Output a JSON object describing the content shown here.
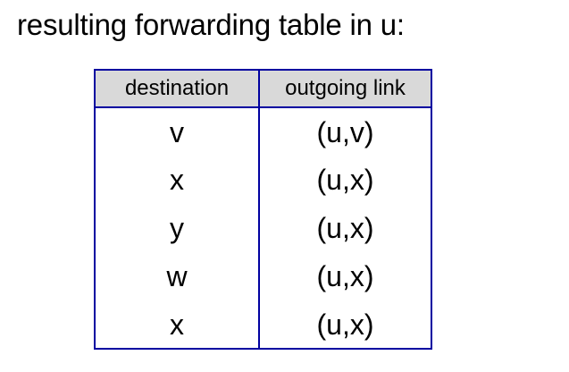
{
  "slide": {
    "title": "resulting forwarding table in u:",
    "background_color": "#ffffff",
    "text_color": "#000000"
  },
  "table": {
    "border_color": "#0000a0",
    "header_fill": "#d9d9d9",
    "columns": [
      {
        "key": "destination",
        "label": "destination"
      },
      {
        "key": "outgoing_link",
        "label": "outgoing link"
      }
    ],
    "rows": [
      {
        "destination": "v",
        "outgoing_link": "(u,v)"
      },
      {
        "destination": "x",
        "outgoing_link": "(u,x)"
      },
      {
        "destination": "y",
        "outgoing_link": "(u,x)"
      },
      {
        "destination": "w",
        "outgoing_link": "(u,x)"
      },
      {
        "destination": "x",
        "outgoing_link": "(u,x)"
      }
    ]
  }
}
